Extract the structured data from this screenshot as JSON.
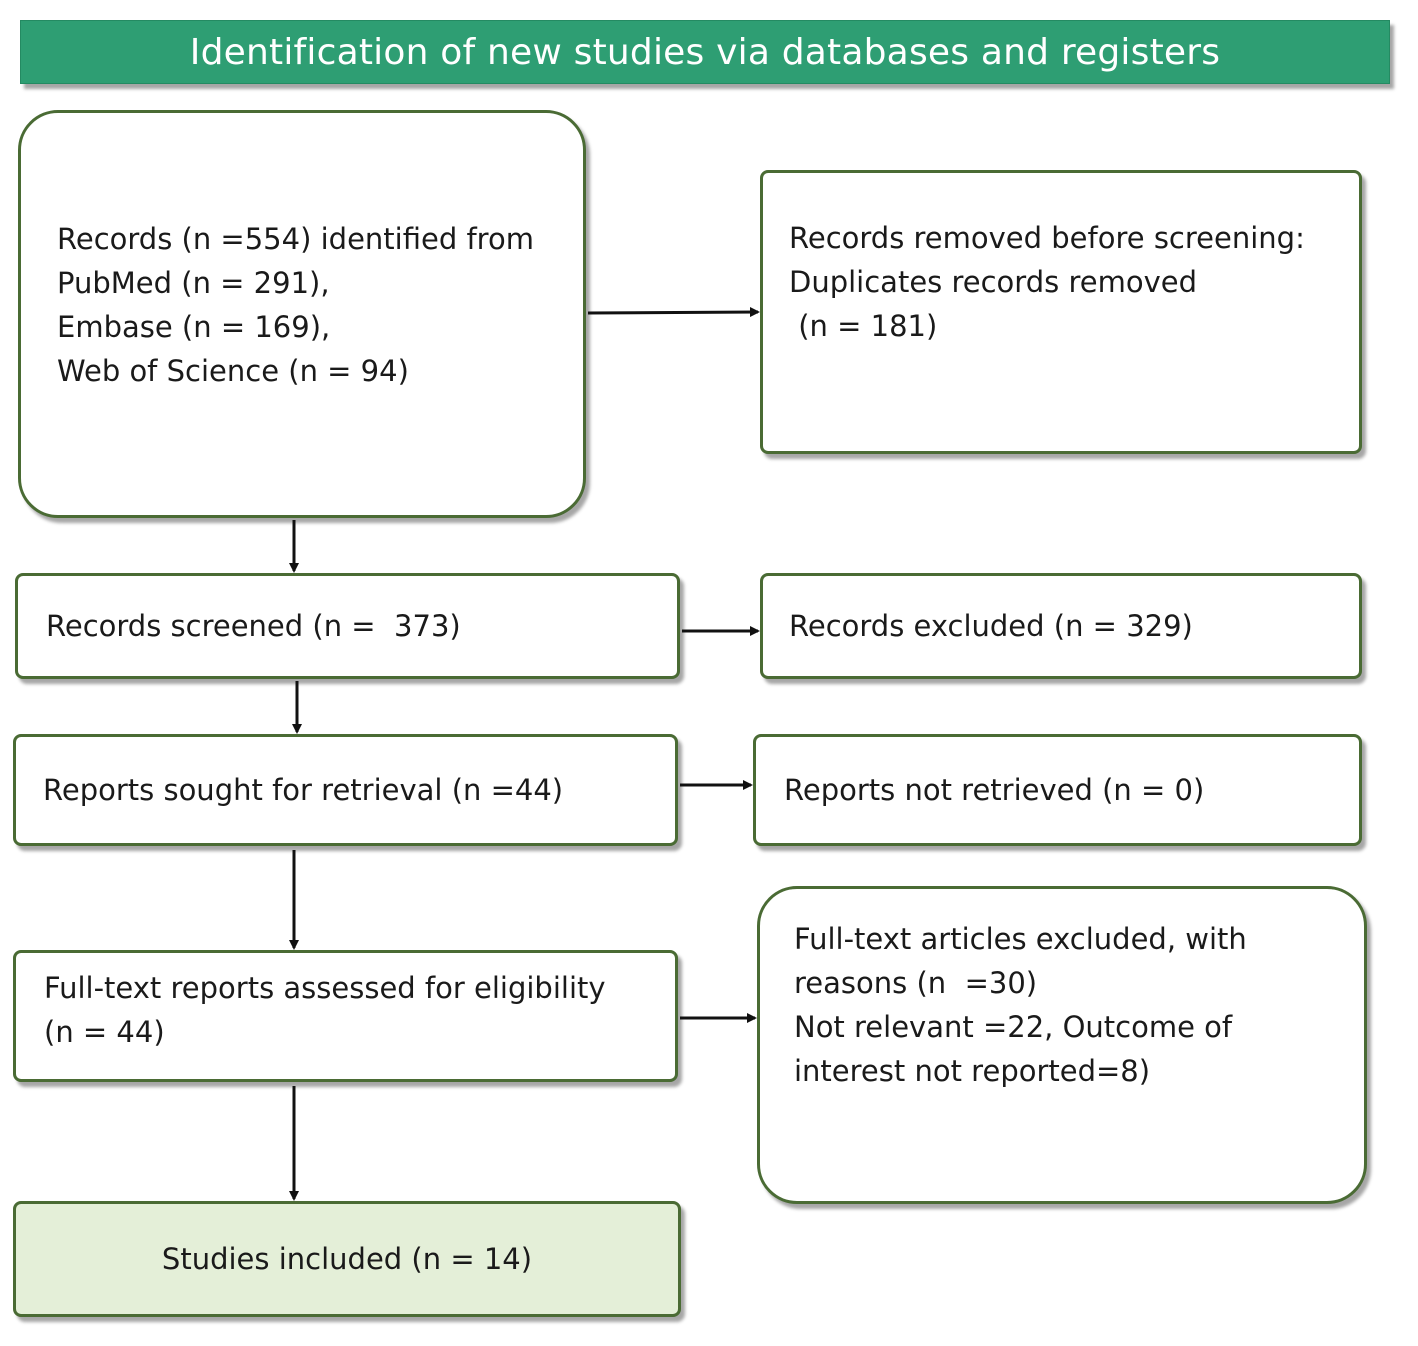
{
  "header": {
    "title": "Identification of new studies via databases and registers"
  },
  "identification": {
    "lines": [
      "Records (n =554) identified from",
      "PubMed (n = 291),",
      "Embase (n = 169),",
      "Web of Science (n = 94)"
    ]
  },
  "removed": {
    "lines": [
      "Records removed before screening:",
      "Duplicates records removed",
      " (n = 181)"
    ]
  },
  "screened": {
    "label": "Records screened (n =  373)"
  },
  "excluded": {
    "label": "Records excluded (n = 329)"
  },
  "sought": {
    "label": "Reports sought for retrieval (n =44)"
  },
  "not_retrieved": {
    "label": "Reports not retrieved (n = 0)"
  },
  "assessed": {
    "lines": [
      "Full-text reports assessed for eligibility",
      "(n = 44)"
    ]
  },
  "fulltext_excluded": {
    "lines": [
      "Full-text articles excluded, with",
      "reasons (n  =30)",
      "Not relevant =22, Outcome of",
      "interest not reported=8)"
    ]
  },
  "included": {
    "label": "Studies included (n = 14)"
  },
  "colors": {
    "banner": "#2e9e73",
    "border": "#4a6b34",
    "included_fill": "#e4efd8",
    "arrow": "#111111"
  }
}
